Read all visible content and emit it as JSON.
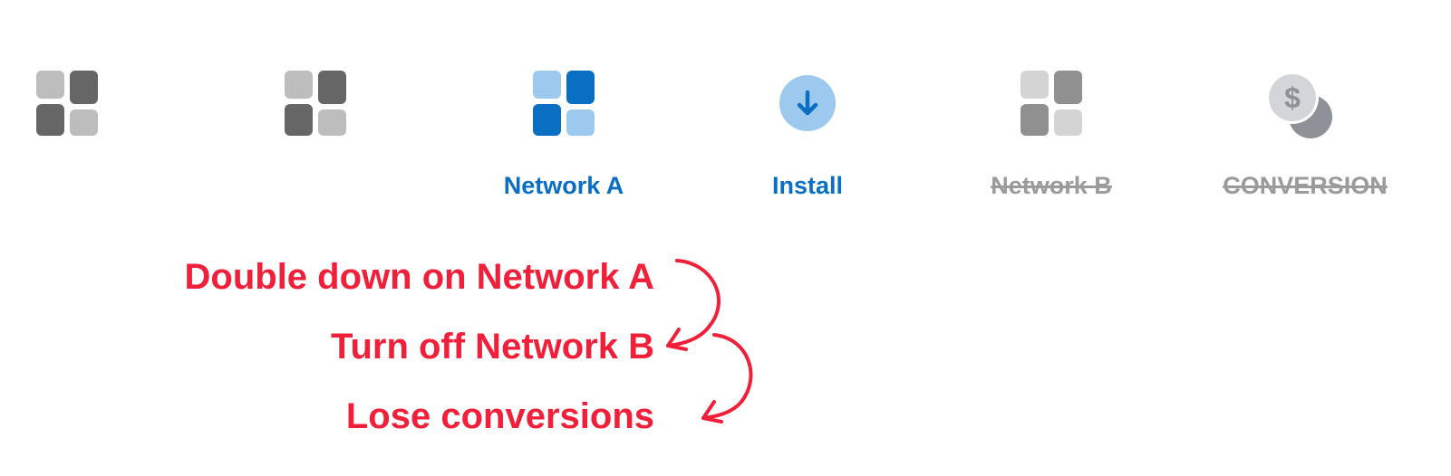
{
  "steps": [
    {
      "id": "step-1",
      "label": "",
      "icon": "grid-icon",
      "state": "default"
    },
    {
      "id": "step-2",
      "label": "",
      "icon": "grid-icon",
      "state": "default"
    },
    {
      "id": "network-a",
      "label": "Network A",
      "icon": "grid-icon",
      "state": "active"
    },
    {
      "id": "install",
      "label": "Install",
      "icon": "download-icon",
      "state": "active"
    },
    {
      "id": "network-b",
      "label": "Network B",
      "icon": "grid-icon",
      "state": "disabled"
    },
    {
      "id": "conversion",
      "label": "CONVERSION",
      "icon": "dollar-coins-icon",
      "state": "disabled"
    }
  ],
  "consequences": [
    {
      "text": "Double down on Network A"
    },
    {
      "text": "Turn off Network B"
    },
    {
      "text": "Lose conversions"
    }
  ],
  "colors": {
    "active_blue": "#0a6ec3",
    "active_light_blue": "#9ec9ef",
    "default_dark_gray": "#666666",
    "default_light_gray": "#bdbdbd",
    "disabled_gray": "#9b9b9b",
    "accent_red": "#f0203a"
  }
}
